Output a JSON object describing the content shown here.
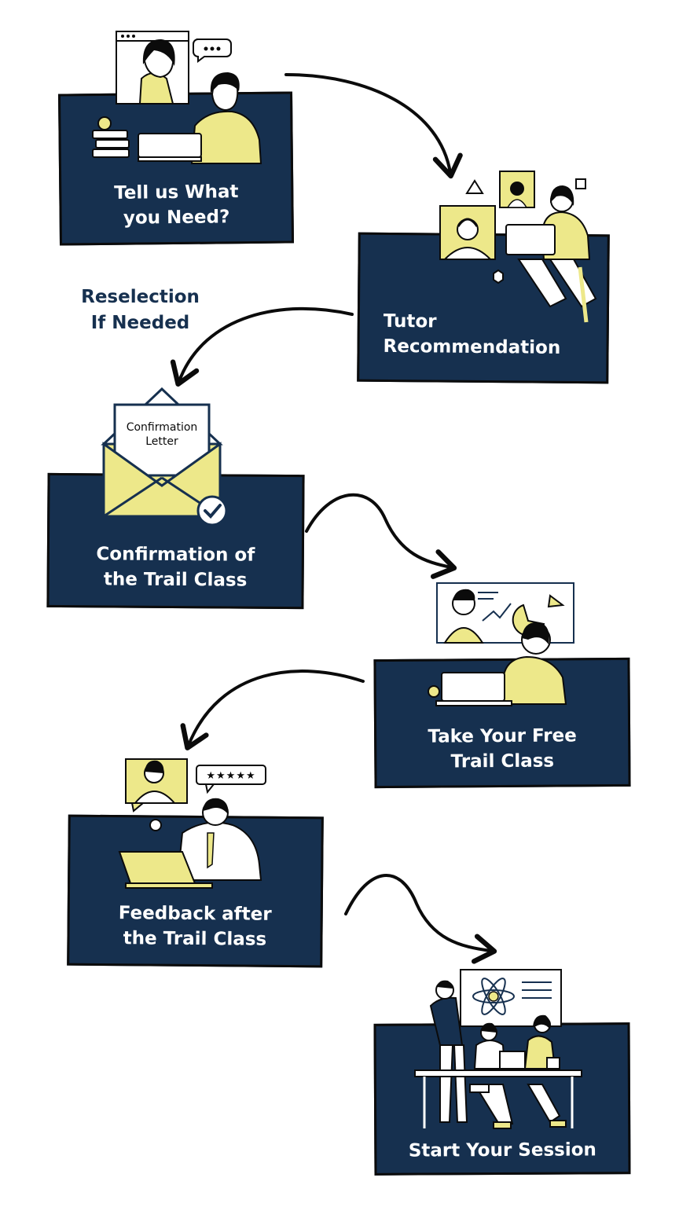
{
  "colors": {
    "navy": "#16304f",
    "yellow": "#ede88a",
    "ink": "#0b0b0b",
    "white": "#ffffff"
  },
  "steps": [
    {
      "label": "Tell us What\nyou Need?",
      "illustration": "video-call-illustration"
    },
    {
      "label": "Tutor\nRecommendation",
      "illustration": "tutor-matching-illustration"
    },
    {
      "label": "Confirmation of\nthe Trail Class",
      "illustration": "envelope-illustration"
    },
    {
      "label": "Take Your Free\nTrail Class",
      "illustration": "online-class-illustration"
    },
    {
      "label": "Feedback after\nthe Trail Class",
      "illustration": "rating-feedback-illustration"
    },
    {
      "label": "Start Your Session",
      "illustration": "classroom-illustration"
    }
  ],
  "side_note": "Reselection\nIf Needed",
  "envelope_letter": "Confirmation\nLetter",
  "rating_stars": "★★★★★"
}
